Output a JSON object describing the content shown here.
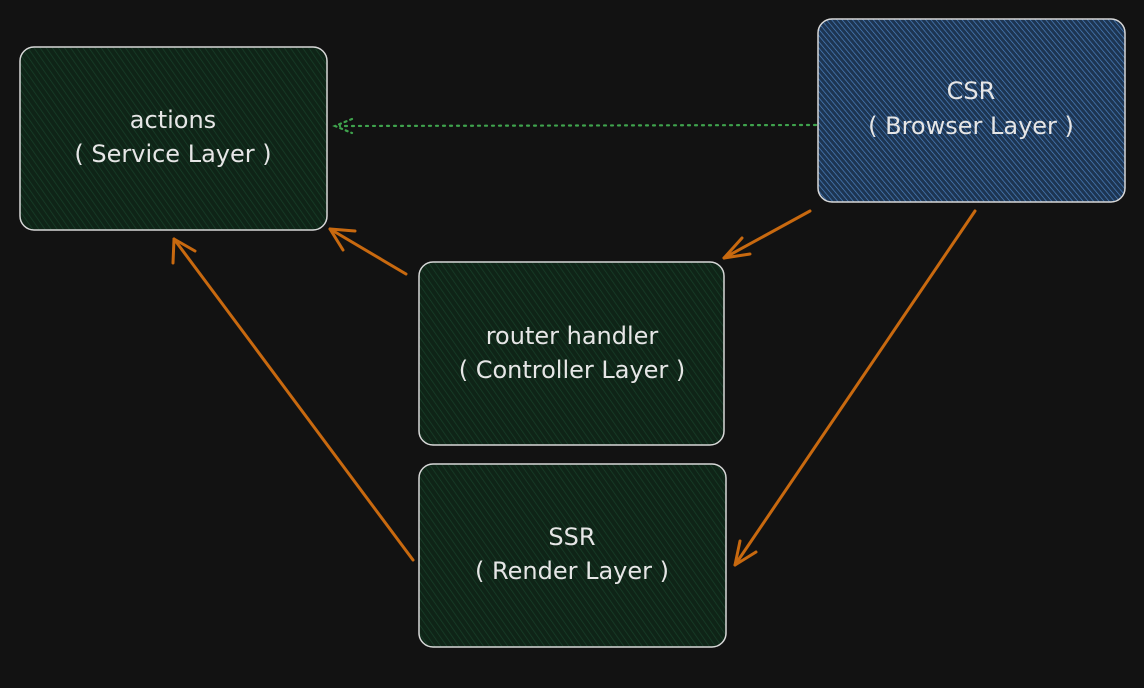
{
  "nodes": {
    "actions": {
      "title": "actions",
      "subtitle": "( Service Layer )"
    },
    "csr": {
      "title": "CSR",
      "subtitle": "( Browser Layer )"
    },
    "router": {
      "title": "router handler",
      "subtitle": "( Controller Layer )"
    },
    "ssr": {
      "title": "SSR",
      "subtitle": "( Render Layer )"
    }
  },
  "colors": {
    "background": "#121212",
    "node_fill_green": "#0f2417",
    "node_hatch_green": "#163a22",
    "node_fill_blue": "#1f3a5c",
    "node_hatch_blue": "#4f86c6",
    "node_stroke": "#d8d8d8",
    "arrow_solid": "#c8690f",
    "arrow_dotted": "#3fa34d",
    "text": "#e6e6e6"
  },
  "edges": [
    {
      "from": "csr",
      "to": "actions",
      "style": "dotted"
    },
    {
      "from": "csr",
      "to": "router",
      "style": "solid"
    },
    {
      "from": "csr",
      "to": "ssr",
      "style": "solid"
    },
    {
      "from": "router",
      "to": "actions",
      "style": "solid"
    },
    {
      "from": "ssr",
      "to": "actions",
      "style": "solid"
    }
  ]
}
